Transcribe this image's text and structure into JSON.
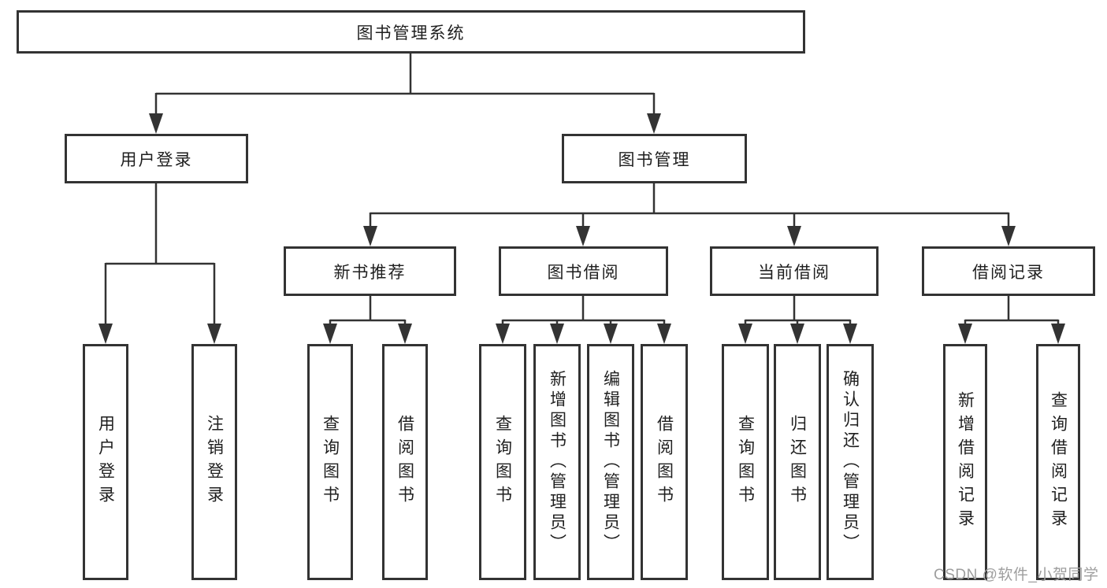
{
  "diagram_type": "hierarchy",
  "tree": {
    "label": "图书管理系统",
    "children": [
      {
        "label": "用户登录",
        "children": [
          {
            "label": "用户登录"
          },
          {
            "label": "注销登录"
          }
        ]
      },
      {
        "label": "图书管理",
        "children": [
          {
            "label": "新书推荐",
            "children": [
              {
                "label": "查询图书"
              },
              {
                "label": "借阅图书"
              }
            ]
          },
          {
            "label": "图书借阅",
            "children": [
              {
                "label": "查询图书"
              },
              {
                "label": "新增图书（管理员）"
              },
              {
                "label": "编辑图书（管理员）"
              },
              {
                "label": "借阅图书"
              }
            ]
          },
          {
            "label": "当前借阅",
            "children": [
              {
                "label": "查询图书"
              },
              {
                "label": "归还图书"
              },
              {
                "label": "确认归还（管理员）"
              }
            ]
          },
          {
            "label": "借阅记录",
            "children": [
              {
                "label": "新增借阅记录"
              },
              {
                "label": "查询借阅记录"
              }
            ]
          }
        ]
      }
    ]
  },
  "watermark": "CSDN @软件_小贺同学",
  "colors": {
    "line": "#333333",
    "box_border": "#333333",
    "text": "#1f1f1f",
    "watermark": "#9e9e9e",
    "background": "#ffffff"
  }
}
